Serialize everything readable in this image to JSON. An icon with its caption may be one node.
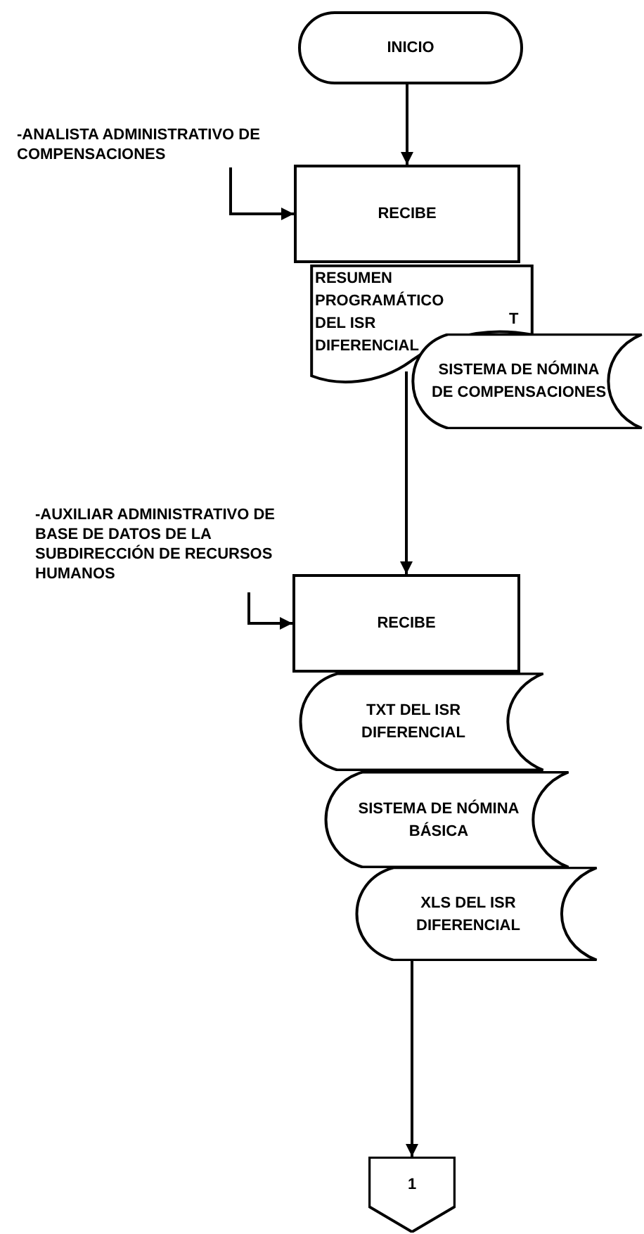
{
  "diagram": {
    "nodes": [
      {
        "text": [
          "INICIO"
        ]
      },
      {
        "text": [
          "-ANALISTA ADMINISTRATIVO DE COMPENSACIONES"
        ]
      },
      {
        "text": [
          "RECIBE"
        ]
      },
      {
        "text": [
          "RESUMEN PROGRAMÁTICO DEL ISR DIFERENCIAL",
          "T"
        ]
      },
      {
        "text": [
          "SISTEMA DE NÓMINA DE COMPENSACIONES"
        ]
      },
      {
        "text": [
          "-AUXILIAR ADMINISTRATIVO DE BASE DE DATOS DE LA SUBDIRECCIÓN DE RECURSOS HUMANOS"
        ]
      },
      {
        "text": [
          "RECIBE"
        ]
      },
      {
        "text": [
          "TXT DEL ISR DIFERENCIAL"
        ]
      },
      {
        "text": [
          "SISTEMA DE NÓMINA BÁSICA"
        ]
      },
      {
        "text": [
          "XLS DEL ISR DIFERENCIAL"
        ]
      },
      {
        "text": [
          "1"
        ]
      }
    ],
    "edges": [
      {
        "from": 0,
        "to": 2,
        "arrow": "to"
      },
      {
        "from": 1,
        "to": 2,
        "arrow": "to"
      },
      {
        "from": 3,
        "to": 6,
        "arrow": "to"
      },
      {
        "from": 5,
        "to": 6,
        "arrow": "to"
      },
      {
        "from": 9,
        "to": 10,
        "arrow": "to"
      }
    ]
  }
}
